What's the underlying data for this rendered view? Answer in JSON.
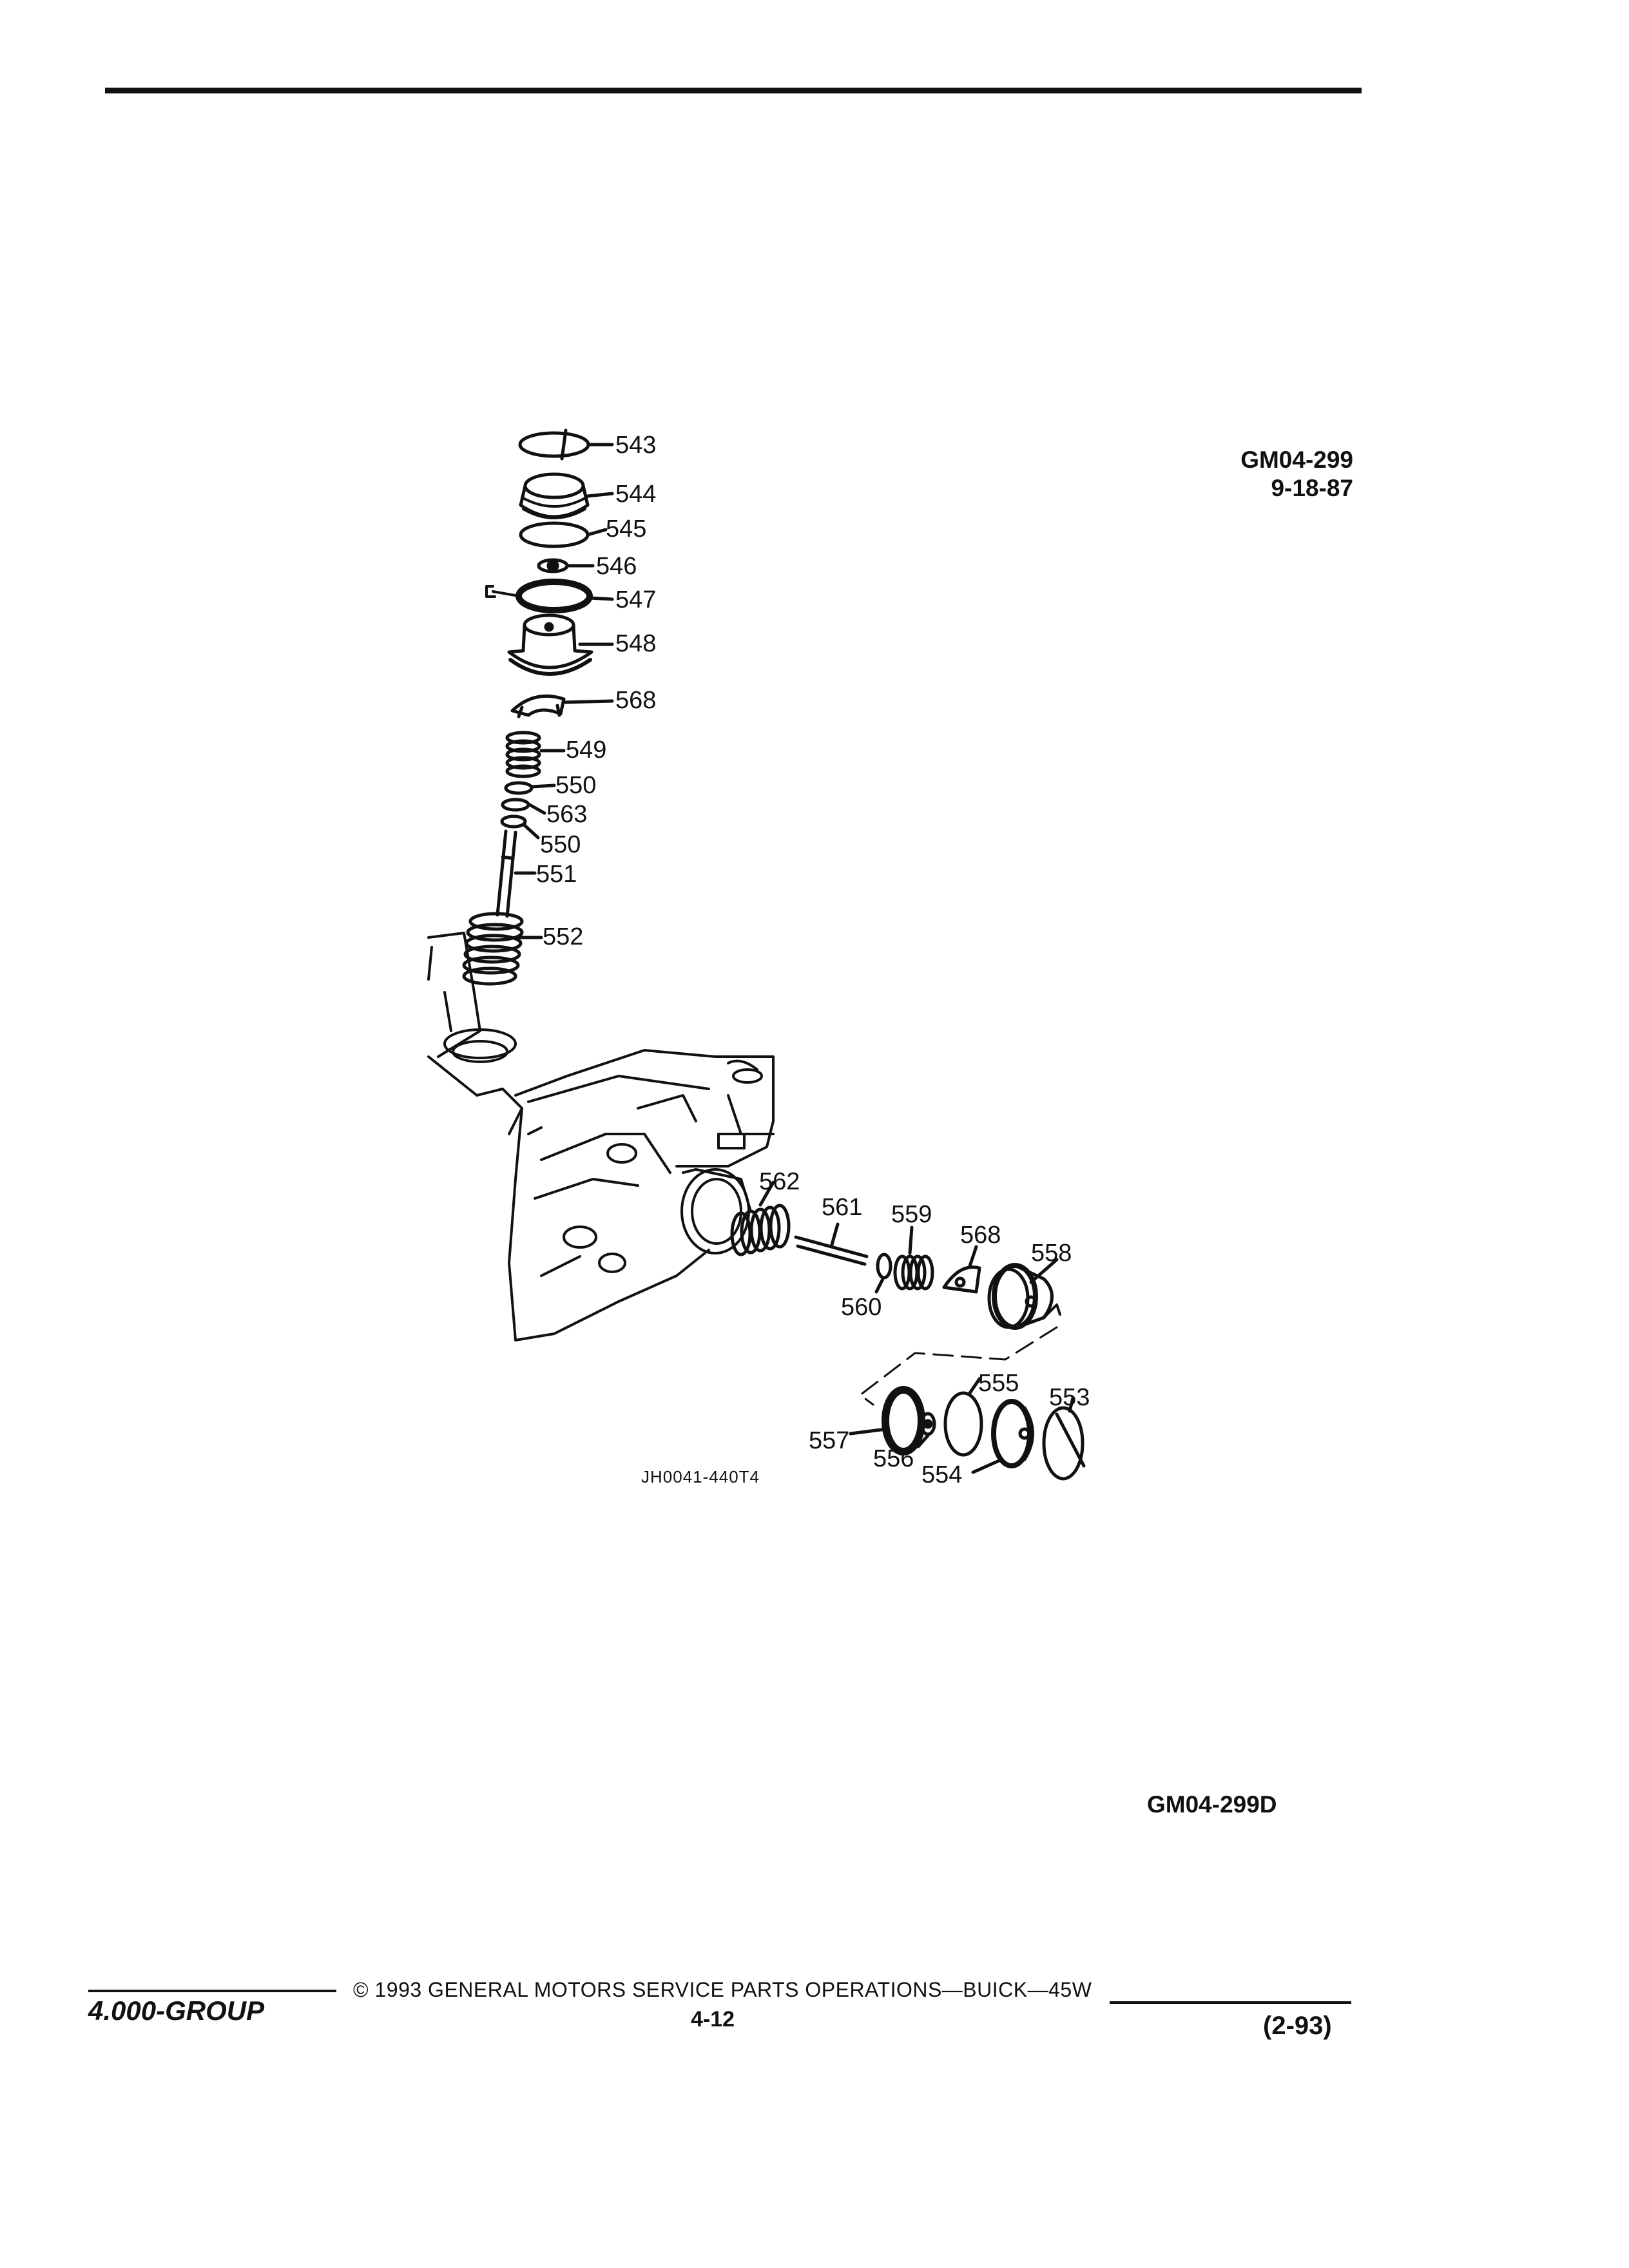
{
  "header": {
    "figure_ref": "GM04-299",
    "figure_date": "9-18-87"
  },
  "diagram": {
    "callouts": [
      "543",
      "544",
      "545",
      "546",
      "547",
      "548",
      "568",
      "549",
      "550",
      "563",
      "550",
      "551",
      "552",
      "562",
      "561",
      "559",
      "568",
      "558",
      "560",
      "555",
      "553",
      "557",
      "556",
      "554"
    ],
    "illustration_id": "JH0041-440T4"
  },
  "bottom_ref": "GM04-299D",
  "footer": {
    "group": "4.000-GROUP",
    "copyright": "© 1993  GENERAL MOTORS SERVICE PARTS OPERATIONS—BUICK—45W",
    "page": "4-12",
    "date": "(2-93)"
  }
}
